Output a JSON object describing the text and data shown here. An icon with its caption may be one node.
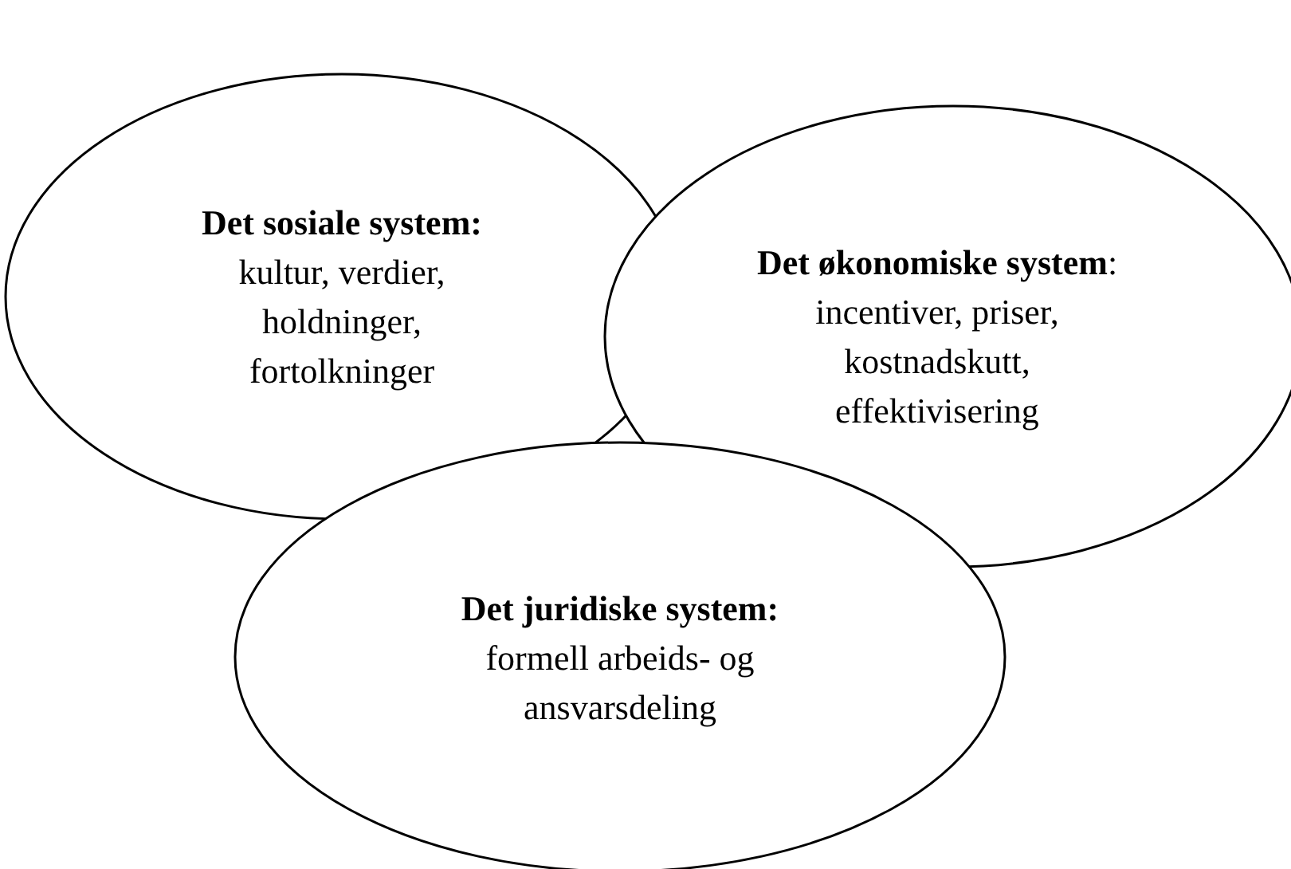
{
  "diagram": {
    "nodes": [
      {
        "text": [
          "**Det sosiale system:**",
          "kultur, verdier, holdninger, fortolkninger"
        ]
      },
      {
        "text": [
          "**Det økonomiske system**:",
          "incentiver, priser, kostnadskutt, effektivisering"
        ]
      },
      {
        "text": [
          "**Det juridiske system:**",
          "formell arbeids- og ansvarsdeling"
        ]
      }
    ]
  }
}
